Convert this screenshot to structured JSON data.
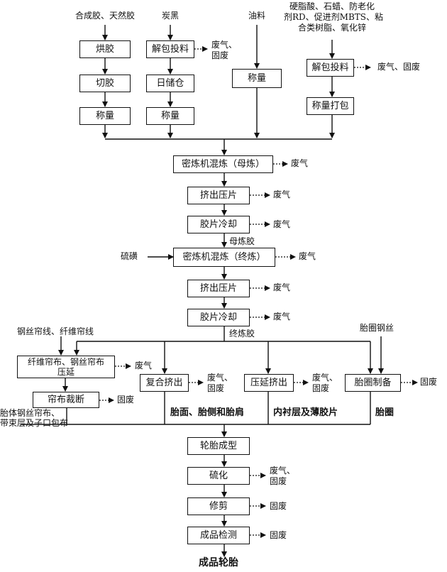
{
  "inputs": {
    "rubber": "合成胶、天然胶",
    "carbon_black": "炭黑",
    "oil": "油料",
    "additives_line1": "硬脂酸、石蜡、防老化",
    "additives_line2": "剂RD、促进剂MBTS、粘",
    "additives_line3": "合类树脂、氧化锌",
    "sulfur": "硫磺",
    "cord_wire": "钢丝帘线、纤维帘线",
    "bead_wire": "胎圈钢丝"
  },
  "boxes": {
    "dry_rubber": "烘胶",
    "cut_rubber": "切胶",
    "weigh1": "称量",
    "unpack1": "解包投料",
    "daily_bin": "日储仓",
    "weigh2": "称量",
    "weigh3": "称量",
    "unpack2": "解包投料",
    "weigh_pack": "称量打包",
    "mix_master": "密炼机混炼（母炼）",
    "extrude1": "挤出压片",
    "cool1": "胶片冷却",
    "mix_final": "密炼机混炼（终炼）",
    "extrude2": "挤出压片",
    "cool2": "胶片冷却",
    "calender_line1": "纤维帘布、钢丝帘布",
    "calender_line2": "压延",
    "cord_cut": "帘布裁断",
    "co_extrude": "复合挤出",
    "calender_extrude": "压延挤出",
    "bead_make": "胎圈制备",
    "tire_build": "轮胎成型",
    "vulcanize": "硫化",
    "trim": "修剪",
    "inspect": "成品检测"
  },
  "labels": {
    "waste_gas_solid_1": "废气、",
    "waste_gas_solid_2": "固废",
    "waste_gas_and_solid": "废气、固废",
    "waste_gas": "废气",
    "solid_waste": "固废",
    "master_batch": "母炼胶",
    "final_batch": "终炼胶",
    "co_extrude_out": "胎面、胎侧和胎肩",
    "calender_out": "内衬层及薄胶片",
    "bead_out": "胎圈",
    "ply_line1": "胎体钢丝帘布、",
    "ply_line2": "带束层及子口包布",
    "final_product": "成品轮胎"
  }
}
